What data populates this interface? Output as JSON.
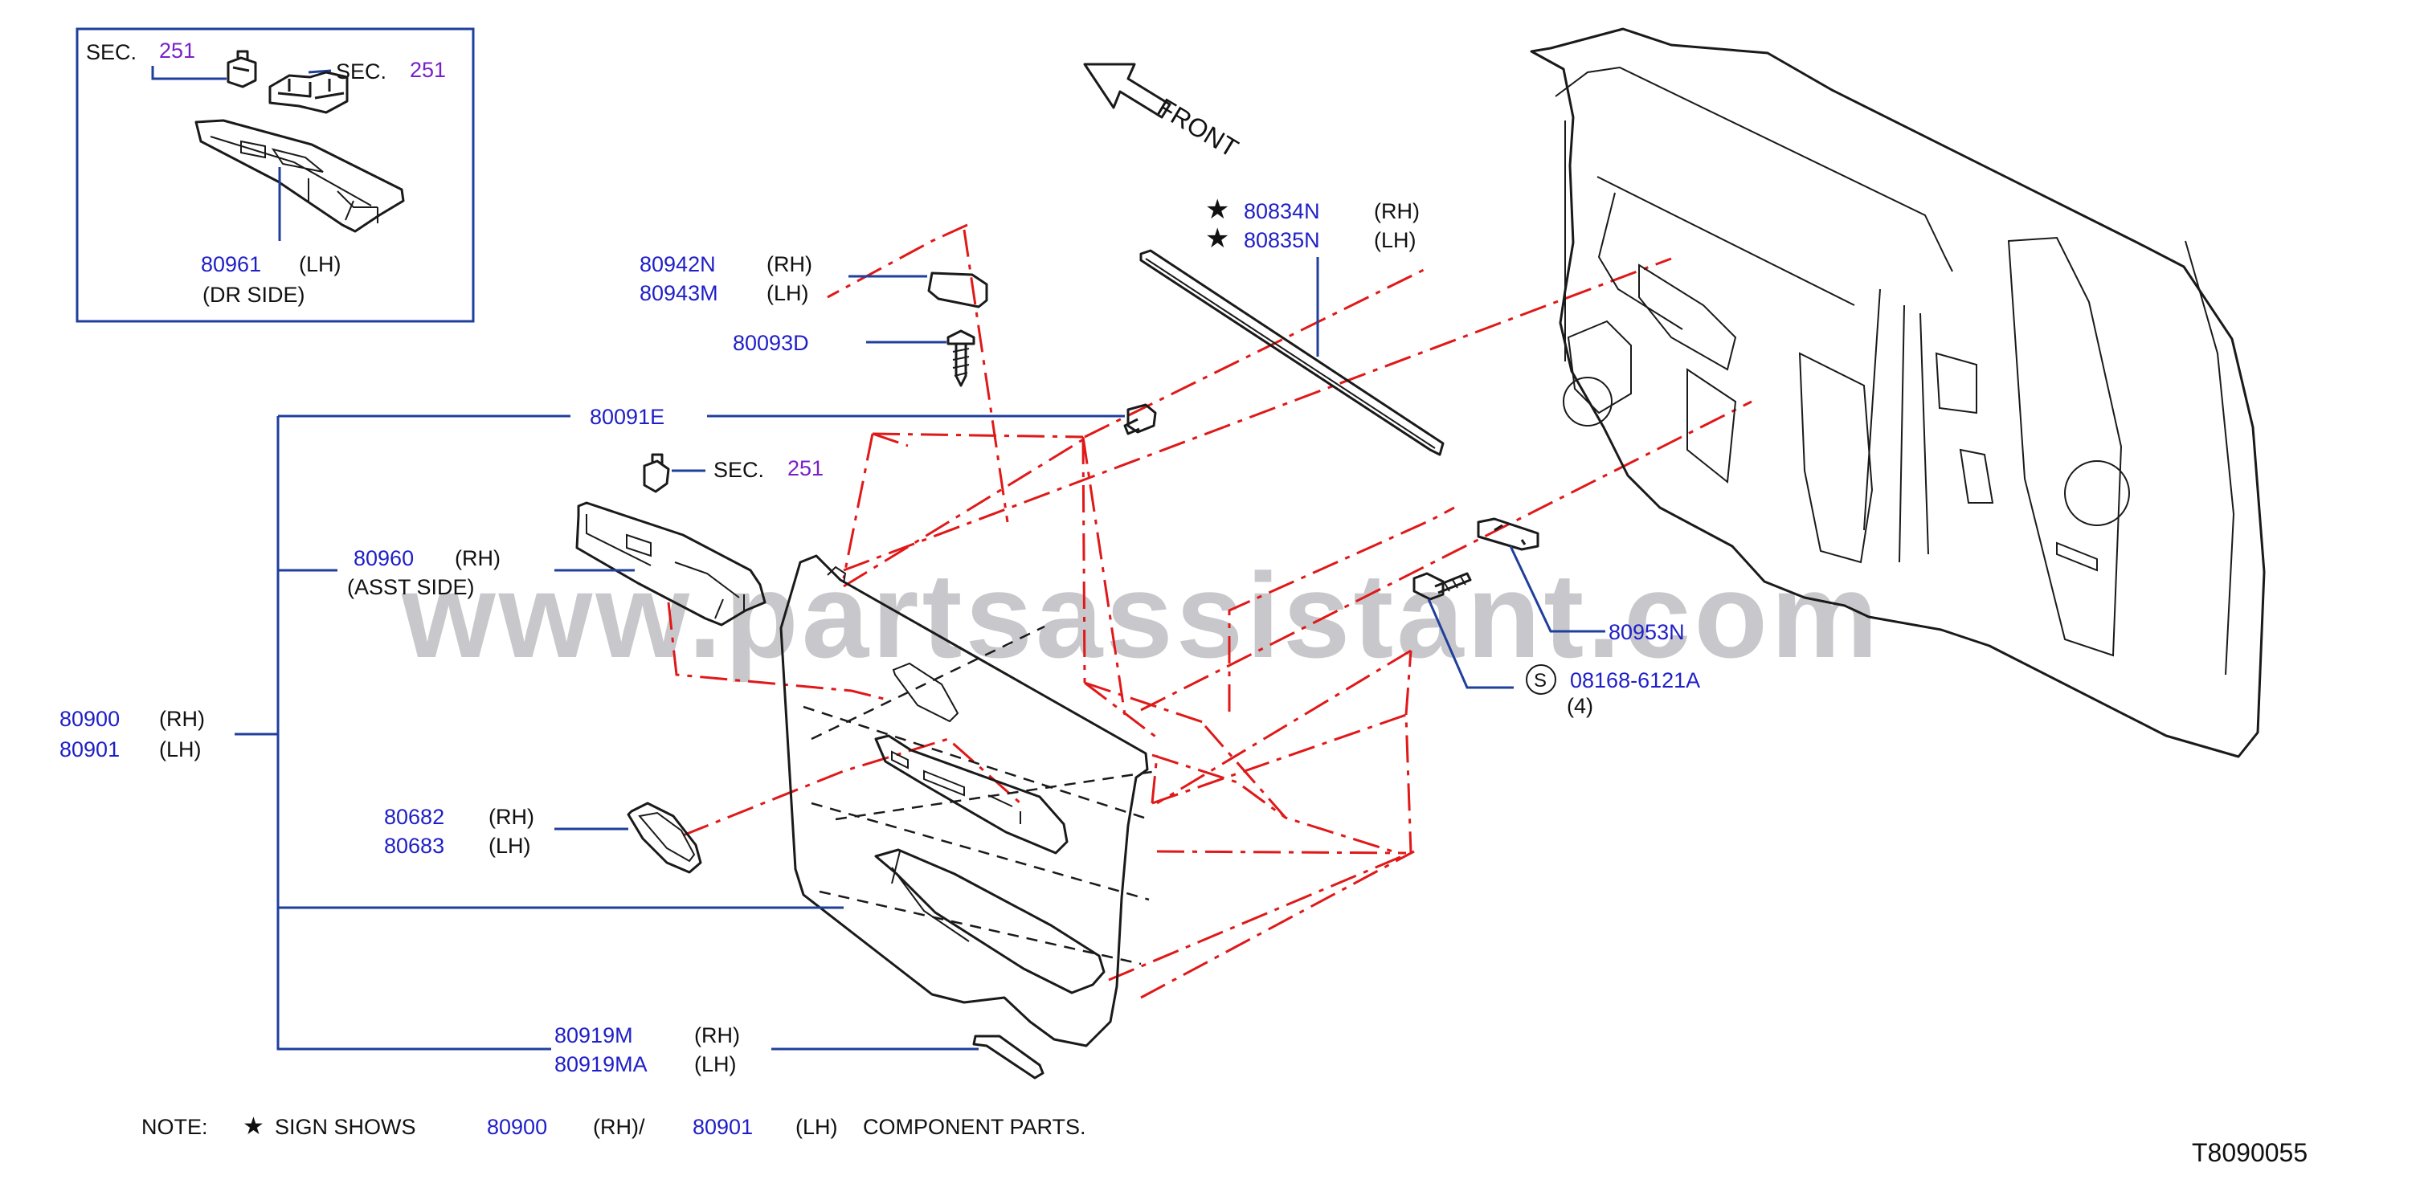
{
  "inset": {
    "sec_left": {
      "prefix": "SEC.",
      "num": "251"
    },
    "sec_right": {
      "prefix": "SEC.",
      "num": "251"
    },
    "part_num": "80961",
    "part_side": "(LH)",
    "part_desc": "(DR   SIDE)"
  },
  "front_label": "FRONT",
  "labels": {
    "p80834N": {
      "num": "80834N",
      "side": "(RH)"
    },
    "p80835N": {
      "num": "80835N",
      "side": "(LH)"
    },
    "p80942N": {
      "num": "80942N",
      "side": "(RH)"
    },
    "p80943M": {
      "num": "80943M",
      "side": "(LH)"
    },
    "p80093D": {
      "num": "80093D"
    },
    "p80091E": {
      "num": "80091E"
    },
    "sec251": {
      "prefix": "SEC.",
      "num": "251"
    },
    "p80960": {
      "num": "80960",
      "side": "(RH)",
      "desc": "(ASST   SIDE)"
    },
    "p80900": {
      "num": "80900",
      "side": "(RH)"
    },
    "p80901": {
      "num": "80901",
      "side": "(LH)"
    },
    "p80682": {
      "num": "80682",
      "side": "(RH)"
    },
    "p80683": {
      "num": "80683",
      "side": "(LH)"
    },
    "p80919M": {
      "num": "80919M",
      "side": "(RH)"
    },
    "p80919MA": {
      "num": "80919MA",
      "side": "(LH)"
    },
    "p80953N": {
      "num": "80953N"
    },
    "p08168": {
      "symbol": "S",
      "num": "08168-6121A",
      "qty": "(4)"
    }
  },
  "note": {
    "prefix": "NOTE:",
    "text1": "SIGN   SHOWS",
    "num1": "80900",
    "side1": "(RH)/",
    "num2": "80901",
    "side2": "(LH)",
    "text2": "COMPONENT   PARTS."
  },
  "diagram_id": "T8090055",
  "watermark": "www.partsassistant.com",
  "colors": {
    "part_number": "#1f1fc8",
    "section_ref": "#7a1fc8",
    "phantom_line": "#e01818",
    "leader_line": "#1f3f9c"
  }
}
